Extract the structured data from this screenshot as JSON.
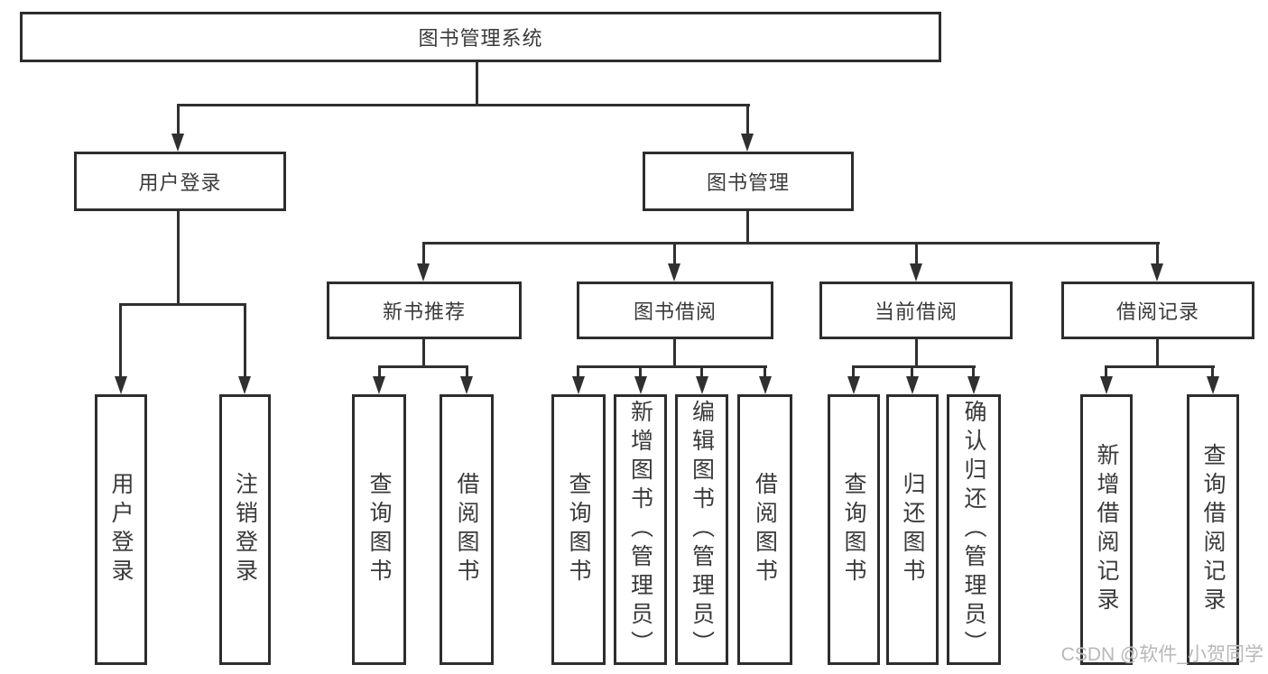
{
  "tree": {
    "label": "图书管理系统",
    "children": [
      {
        "label": "用户登录",
        "children": [
          {
            "label": "用户登录"
          },
          {
            "label": "注销登录"
          }
        ]
      },
      {
        "label": "图书管理",
        "children": [
          {
            "label": "新书推荐",
            "children": [
              {
                "label": "查询图书"
              },
              {
                "label": "借阅图书"
              }
            ]
          },
          {
            "label": "图书借阅",
            "children": [
              {
                "label": "查询图书"
              },
              {
                "label": "新增图书（管理员）"
              },
              {
                "label": "编辑图书（管理员）"
              },
              {
                "label": "借阅图书"
              }
            ]
          },
          {
            "label": "当前借阅",
            "children": [
              {
                "label": "查询图书"
              },
              {
                "label": "归还图书"
              },
              {
                "label": "确认归还（管理员）"
              }
            ]
          },
          {
            "label": "借阅记录",
            "children": [
              {
                "label": "新增借阅记录"
              },
              {
                "label": "查询借阅记录"
              }
            ]
          }
        ]
      }
    ]
  },
  "watermark": {
    "text": "CSDN @软件_小贺同学"
  },
  "colors": {
    "line": "#303030",
    "box_border": "#2d2d2d",
    "box_fill": "#ffffff",
    "background": "#ffffff",
    "watermark": "#b8b8b8"
  }
}
